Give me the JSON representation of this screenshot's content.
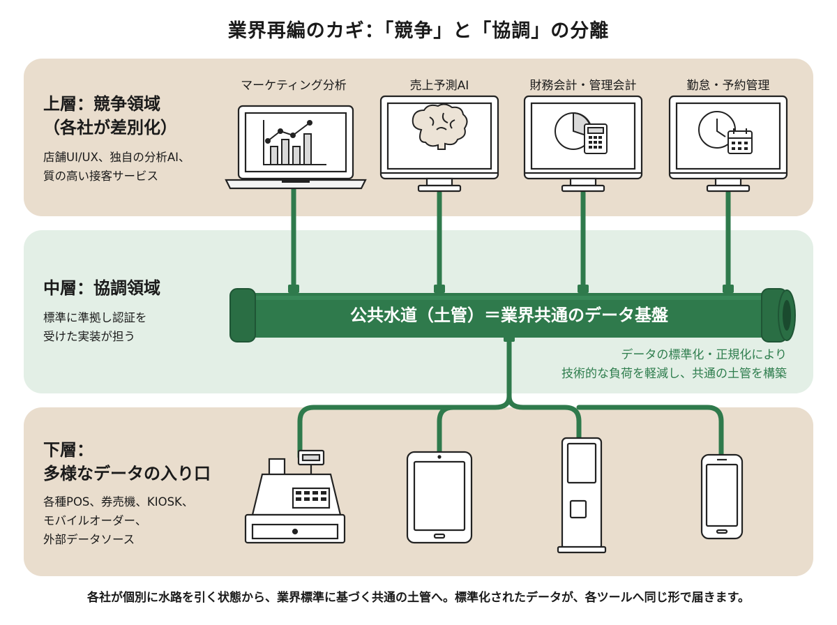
{
  "title": "業界再編のカギ：「競争」と「協調」の分離",
  "top_layer": {
    "title_lines": [
      "上層：競争領域",
      "（各社が差別化）"
    ],
    "desc_lines": [
      "店舗UI/UX、独自の分析AI、",
      "質の高い接客サービス"
    ],
    "devices": [
      {
        "label": "マーケティング分析",
        "icon": "bar-line-chart-icon"
      },
      {
        "label": "売上予測AI",
        "icon": "brain-icon"
      },
      {
        "label": "財務会計・管理会計",
        "icon": "pie-chart-calculator-icon"
      },
      {
        "label": "勤怠・予約管理",
        "icon": "clock-calendar-icon"
      }
    ]
  },
  "middle_layer": {
    "title": "中層：協調領域",
    "desc_lines": [
      "標準に準拠し認証を",
      "受けた実装が担う"
    ],
    "pipe_label": "公共水道（土管）＝業界共通のデータ基盤",
    "note_lines": [
      "データの標準化・正規化により",
      "技術的な負荷を軽減し、共通の土管を構築"
    ]
  },
  "bottom_layer": {
    "title_lines": [
      "下層：",
      "多様なデータの入り口"
    ],
    "desc_lines": [
      "各種POS、券売機、KIOSK、",
      "モバイルオーダー、",
      "外部データソース"
    ],
    "devices": [
      {
        "icon": "cash-register-icon"
      },
      {
        "icon": "tablet-icon"
      },
      {
        "icon": "kiosk-icon"
      },
      {
        "icon": "smartphone-icon"
      }
    ]
  },
  "footer": "各社が個別に水路を引く状態から、業界標準に基づく共通の土管へ。標準化されたデータが、各ツールへ同じ形で届きます。",
  "colors": {
    "band_beige": "#e9ddcd",
    "band_green": "#e3efe6",
    "pipe_green": "#2f7a4c",
    "note_green": "#2e7d4d"
  }
}
